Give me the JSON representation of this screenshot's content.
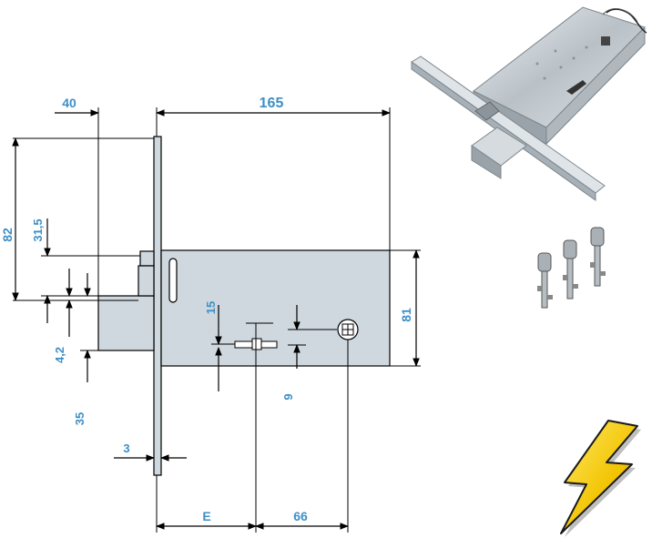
{
  "diagram": {
    "dimensions": {
      "d40": "40",
      "d165": "165",
      "d82": "82",
      "d31_5": "31,5",
      "d4_2": "4,2",
      "d35": "35",
      "d3": "3",
      "d15": "15",
      "d9": "9",
      "d81": "81",
      "dE": "E",
      "d66": "66"
    }
  },
  "icons": {
    "lock_photo": "mortise-lock-photo-icon",
    "keys": "keys-icon",
    "electric": "lightning-bolt-icon"
  },
  "colors": {
    "dimension_text": "#3f8fc6",
    "plate_fill": "#cfd8de",
    "bolt_yellow": "#f7d21c"
  }
}
